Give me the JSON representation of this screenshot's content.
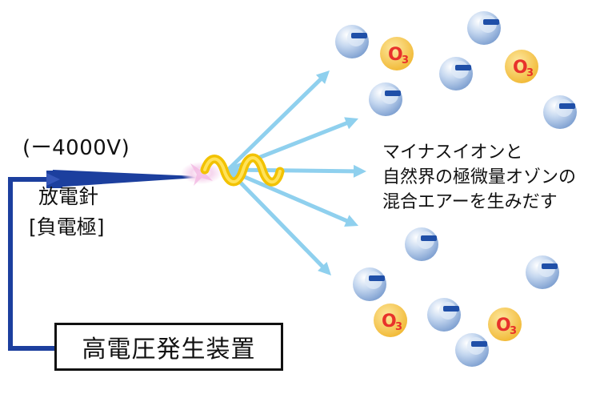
{
  "labels": {
    "voltage": "(ー4000V)",
    "needle": "放電針",
    "electrode": "[負電極]",
    "generator": "高電圧発生装置",
    "description": [
      "マイナスイオンと",
      "自然界の極微量オゾンの",
      "混合エアーを生みだす"
    ]
  },
  "particles": {
    "ozone": {
      "main": "O",
      "sub": "3"
    }
  },
  "colors": {
    "wire": "#1c3f9e",
    "arrow": "#8fd0ee",
    "spark": "#f2c200",
    "ozone_fill": "#f6c64a",
    "ozone_text": "#e8322b",
    "ion_dash": "#1f4fa8"
  }
}
